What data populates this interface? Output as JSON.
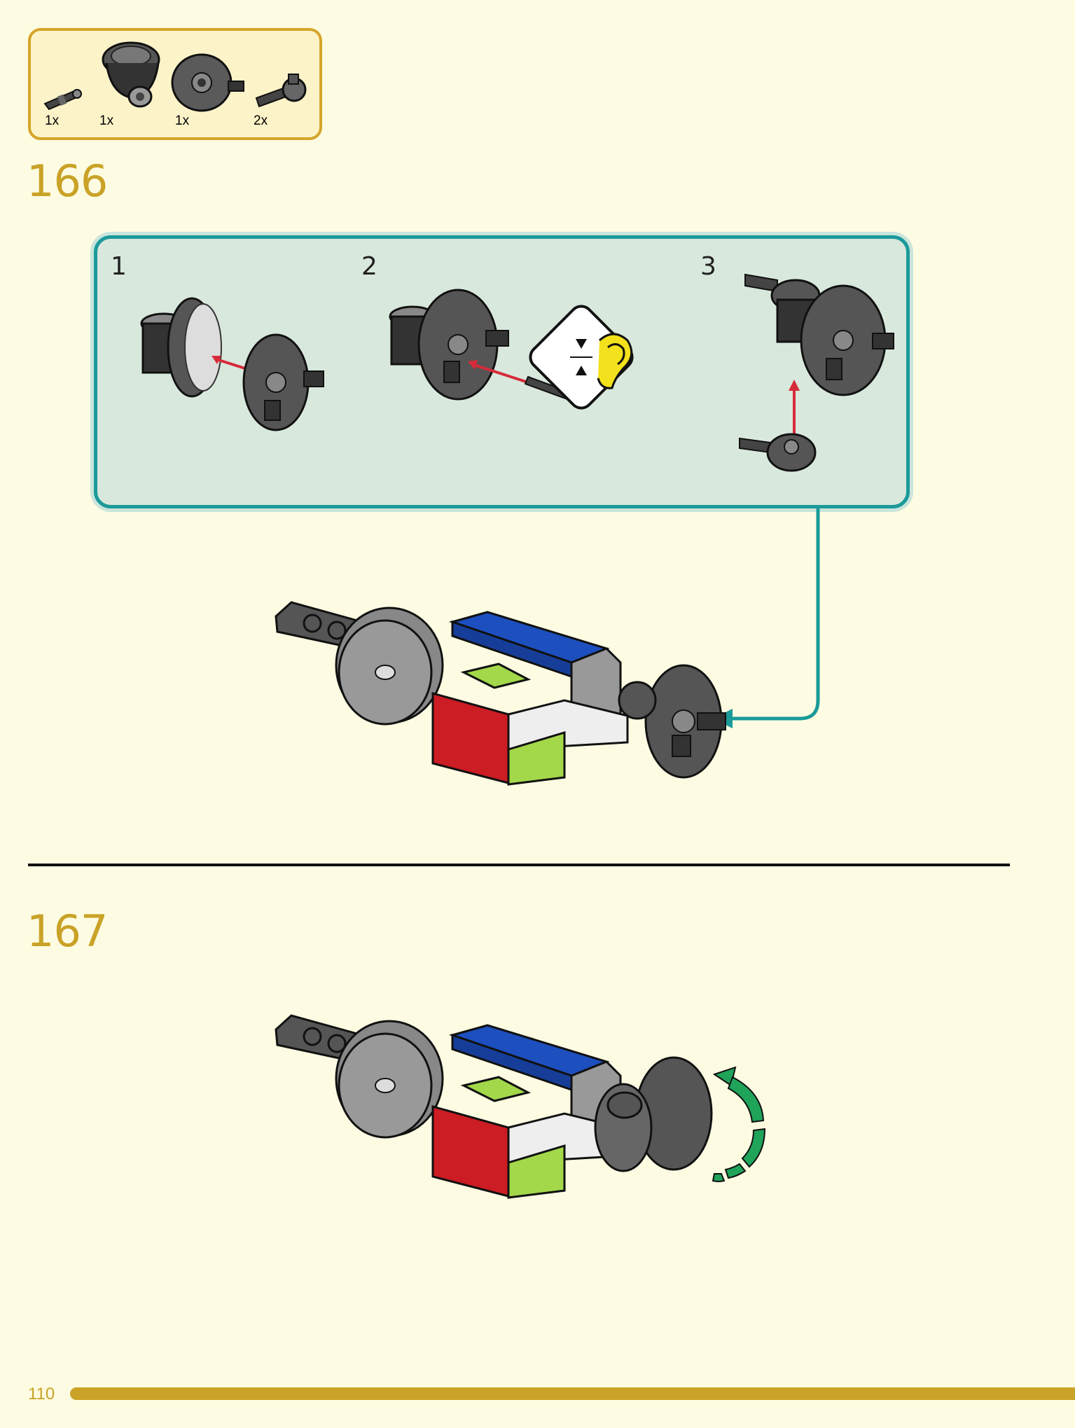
{
  "parts_list": {
    "items": [
      {
        "name": "axle-pin-icon",
        "qty": "1x"
      },
      {
        "name": "turntable-base-icon",
        "qty": "1x"
      },
      {
        "name": "turntable-disc-icon",
        "qty": "1x"
      },
      {
        "name": "axle-connector-icon",
        "qty": "2x"
      }
    ]
  },
  "steps": [
    {
      "number": "166",
      "substeps": [
        "1",
        "2",
        "3"
      ],
      "callout_icon": "listen-for-click-icon"
    },
    {
      "number": "167",
      "action_icon": "rotate-arrow-icon"
    }
  ],
  "colors": {
    "page_bg": "#fdfce2",
    "accent_gold": "#c9a227",
    "panel_border": "#1c9a9a",
    "panel_bg": "#d9e8dc",
    "arrow_red": "#d62b3a",
    "rotate_green": "#1fa45a"
  },
  "footer": {
    "page_number": "110"
  }
}
